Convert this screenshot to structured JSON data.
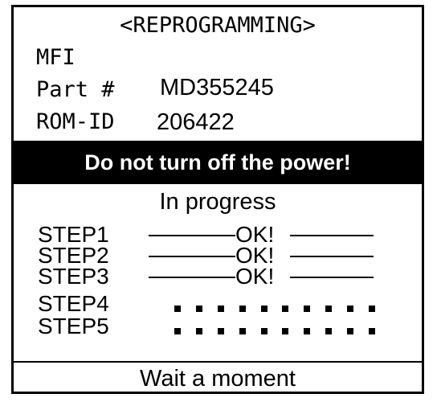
{
  "header": {
    "title": "<REPROGRAMMING>",
    "mfi": "MFI",
    "part_label": "Part #",
    "part_value": "MD355245",
    "rom_label": "ROM-ID",
    "rom_value": "206422"
  },
  "warning": "Do not turn off the power!",
  "progress": {
    "title": "In progress",
    "steps": [
      {
        "label": "STEP1",
        "status": "OK!"
      },
      {
        "label": "STEP2",
        "status": "OK!"
      },
      {
        "label": "STEP3",
        "status": "OK!"
      },
      {
        "label": "STEP4",
        "status": ""
      },
      {
        "label": "STEP5",
        "status": ""
      }
    ]
  },
  "footer": {
    "message": "Wait a moment"
  }
}
